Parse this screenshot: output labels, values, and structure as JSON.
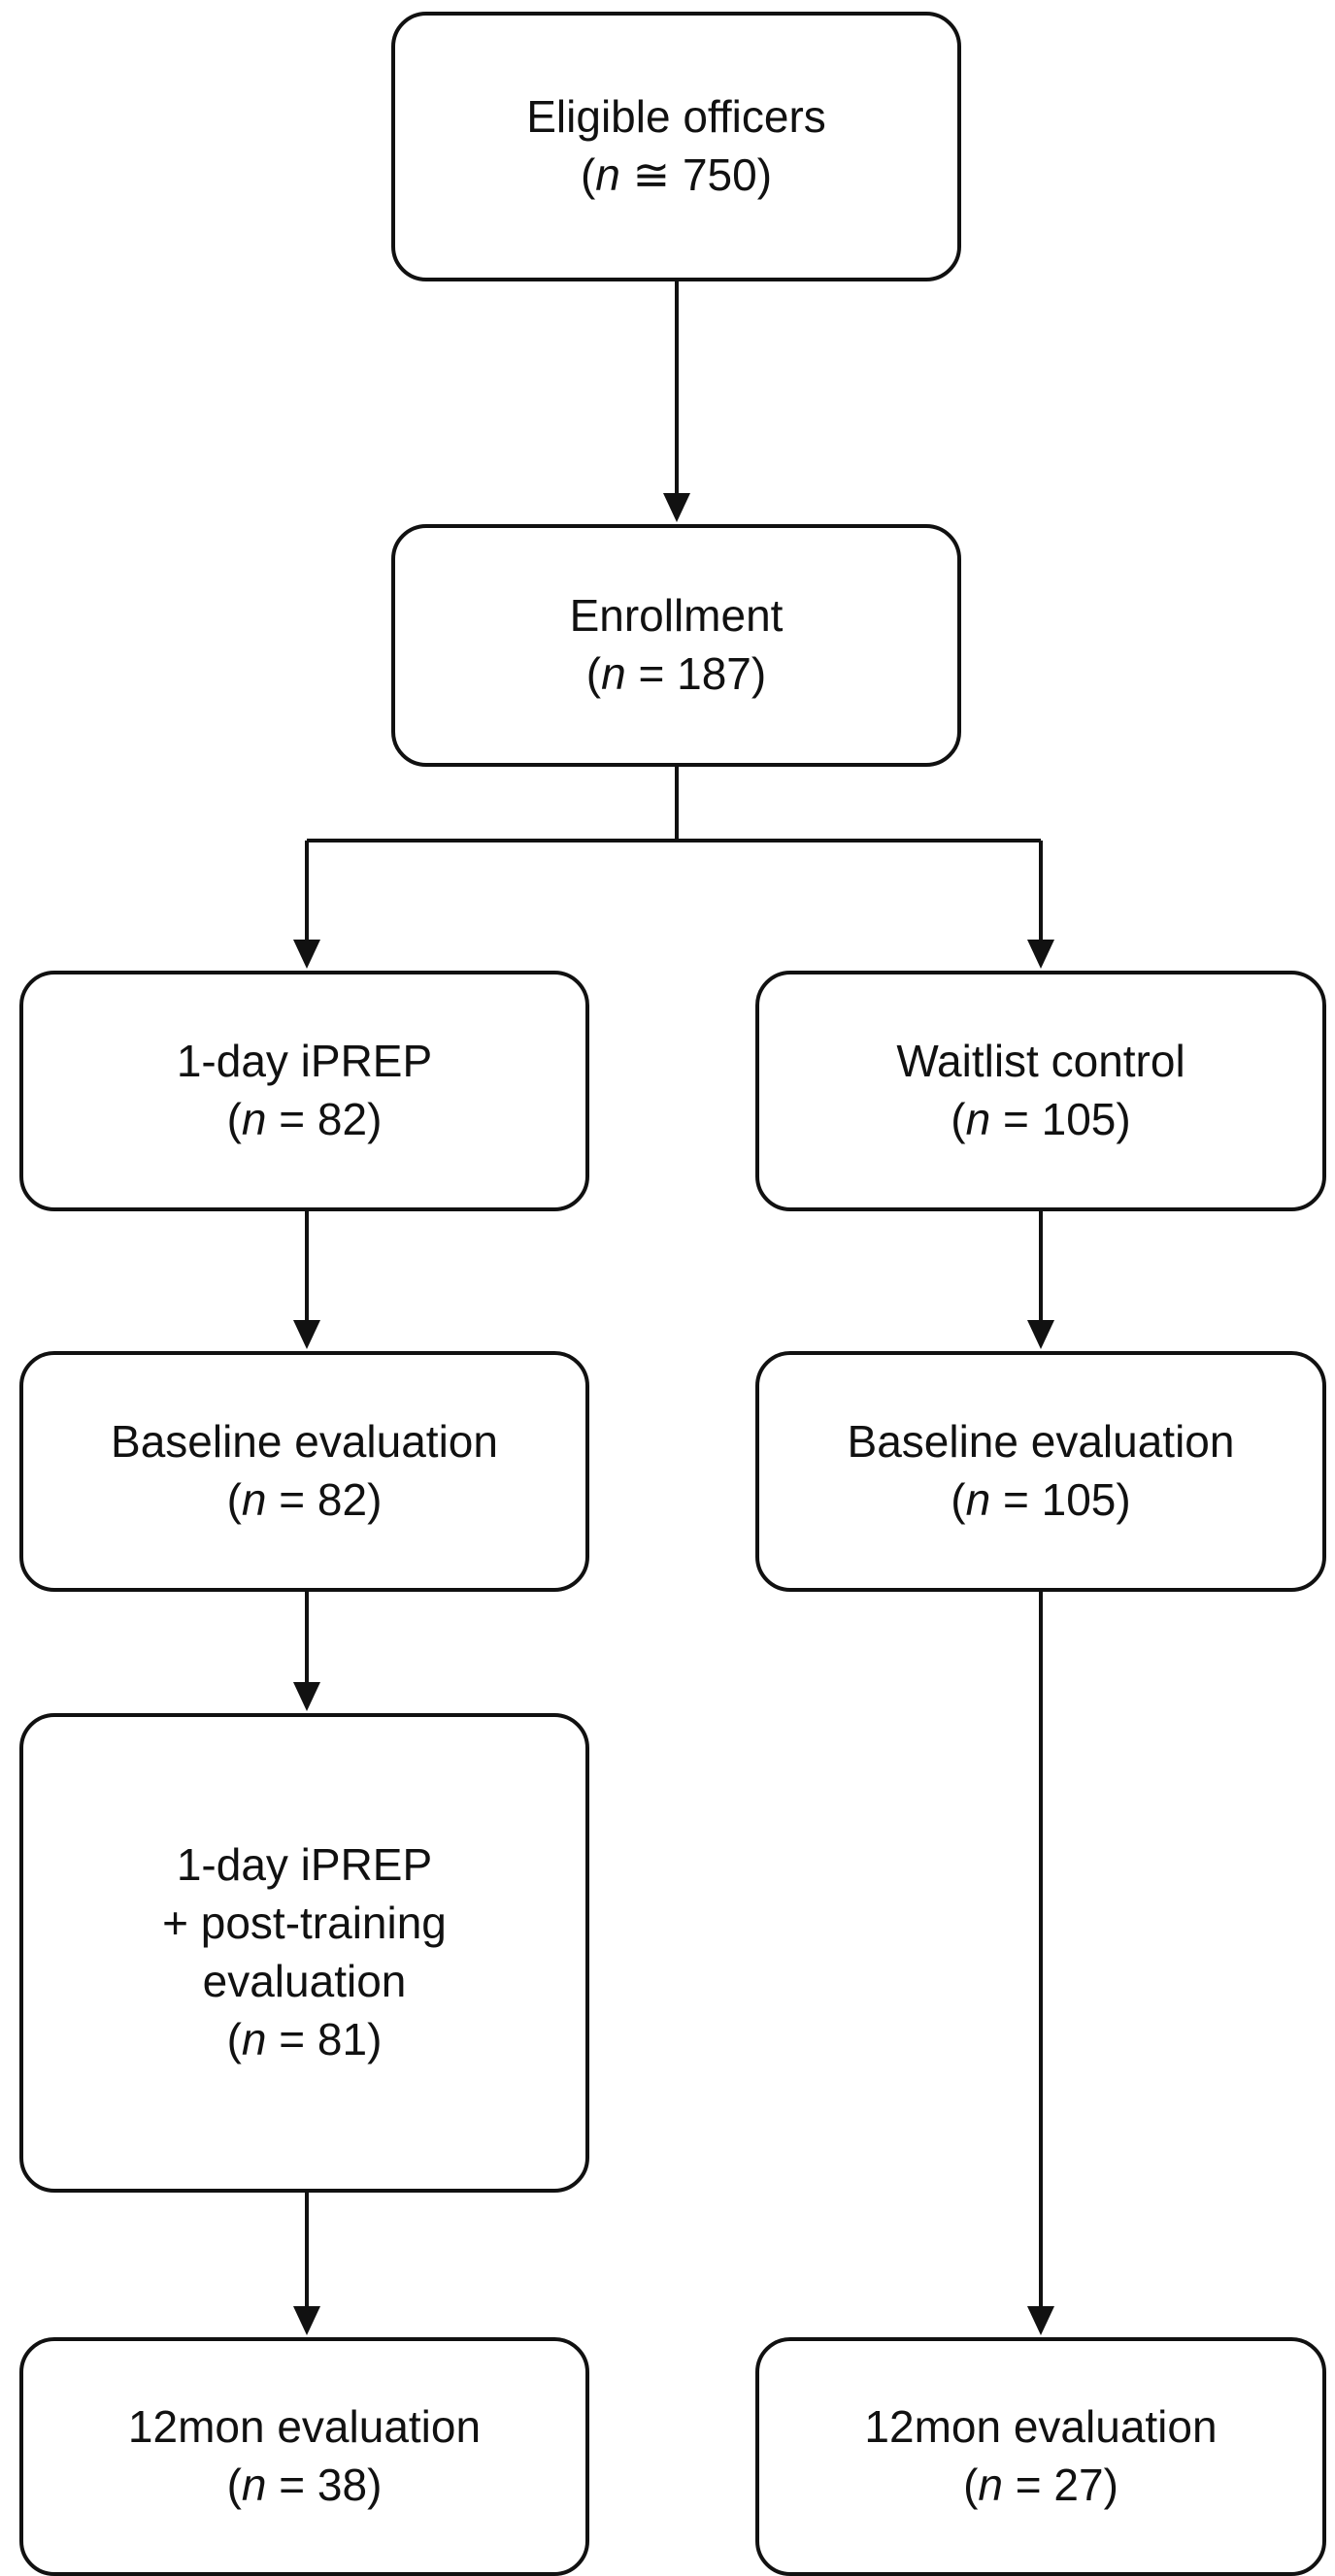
{
  "n_symbol": "n",
  "eligible": {
    "label": "Eligible officers",
    "open": "(",
    "rel": " ≅ 750)"
  },
  "enrollment": {
    "label": "Enrollment",
    "open": "(",
    "rel": " = 187)"
  },
  "intervention": {
    "group": {
      "label": "1-day iPREP",
      "open": "(",
      "rel": " = 82)"
    },
    "baseline": {
      "label": "Baseline evaluation",
      "open": "(",
      "rel": " = 82)"
    },
    "post_training": {
      "label_lines": [
        "1-day iPREP",
        "+ post-training",
        "evaluation"
      ],
      "open": "(",
      "rel": " = 81)"
    },
    "followup": {
      "label": "12mon evaluation",
      "open": "(",
      "rel": " = 38)"
    }
  },
  "control": {
    "group": {
      "label": "Waitlist control",
      "open": "(",
      "rel": " = 105)"
    },
    "baseline": {
      "label": "Baseline evaluation",
      "open": "(",
      "rel": " = 105)"
    },
    "followup": {
      "label": "12mon evaluation",
      "open": "(",
      "rel": " = 27)"
    }
  }
}
